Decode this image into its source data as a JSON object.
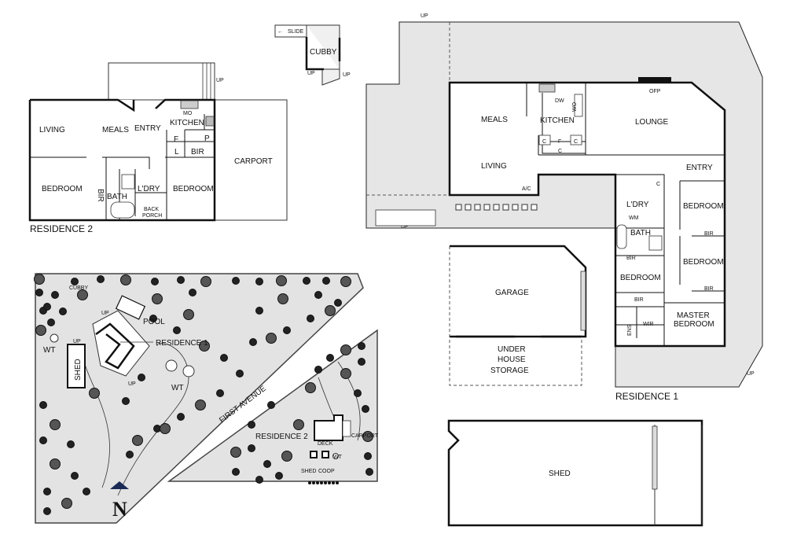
{
  "colors": {
    "deck": "#e6e6e6",
    "wall": "#111111",
    "site": "#e3e3e3",
    "road": "#ffffff"
  },
  "residence2": {
    "title": "RESIDENCE 2",
    "living": "LIVING",
    "meals": "MEALS",
    "entry": "ENTRY",
    "kitchen": "KITCHEN",
    "mo": "MO",
    "f": "F",
    "p": "P",
    "l": "L",
    "bir": "BIR",
    "carport": "CARPORT",
    "bedroom_left": "BEDROOM",
    "bedroom_right": "BEDROOM",
    "bir_vertical": "BIR",
    "bath": "BATH",
    "laundry": "L'DRY",
    "back": "BACK",
    "porch": "PORCH",
    "up": "UP"
  },
  "cubby": {
    "slide": "SLIDE",
    "cubby": "CUBBY",
    "up_left": "UP",
    "up_right": "UP"
  },
  "residence1": {
    "title": "RESIDENCE 1",
    "up_top": "UP",
    "up_left": "UP",
    "up_bottom": "UP",
    "meals": "MEALS",
    "kitchen": "KITCHEN",
    "dw": "DW",
    "wo": "WO",
    "lounge": "LOUNGE",
    "ofp": "OFP",
    "living": "LIVING",
    "ac": "A/C",
    "c1": "C",
    "f": "F",
    "c2": "C",
    "c3": "C",
    "entry": "ENTRY",
    "laundry": "L'DRY",
    "c4": "C",
    "wm": "WM",
    "bath": "BATH",
    "bir_bath": "BIR",
    "bedroom_a": "BEDROOM",
    "bir_a": "BIR",
    "bedroom_b": "BEDROOM",
    "bir_b": "BIR",
    "bedroom_c": "BEDROOM",
    "bir_c": "BIR",
    "master1": "MASTER",
    "master2": "BEDROOM",
    "wir": "WIR",
    "ens": "ENS",
    "garage": "GARAGE",
    "under": "UNDER",
    "house": "HOUSE",
    "storage": "STORAGE"
  },
  "shed": {
    "label": "SHED"
  },
  "site": {
    "cubby": "CUBBY",
    "pool": "POOL",
    "up1": "UP",
    "up2": "UP",
    "up3": "UP",
    "residence1": "RESIDENCE 1",
    "wt1": "WT",
    "wt2": "WT",
    "shed": "SHED",
    "first_avenue": "FIRST AVENUE",
    "residence2": "RESIDENCE 2",
    "deck": "DECK",
    "carport": "CARPORT",
    "shed2": "SHED",
    "coop": "COOP",
    "wt3": "WT",
    "north": "N"
  }
}
